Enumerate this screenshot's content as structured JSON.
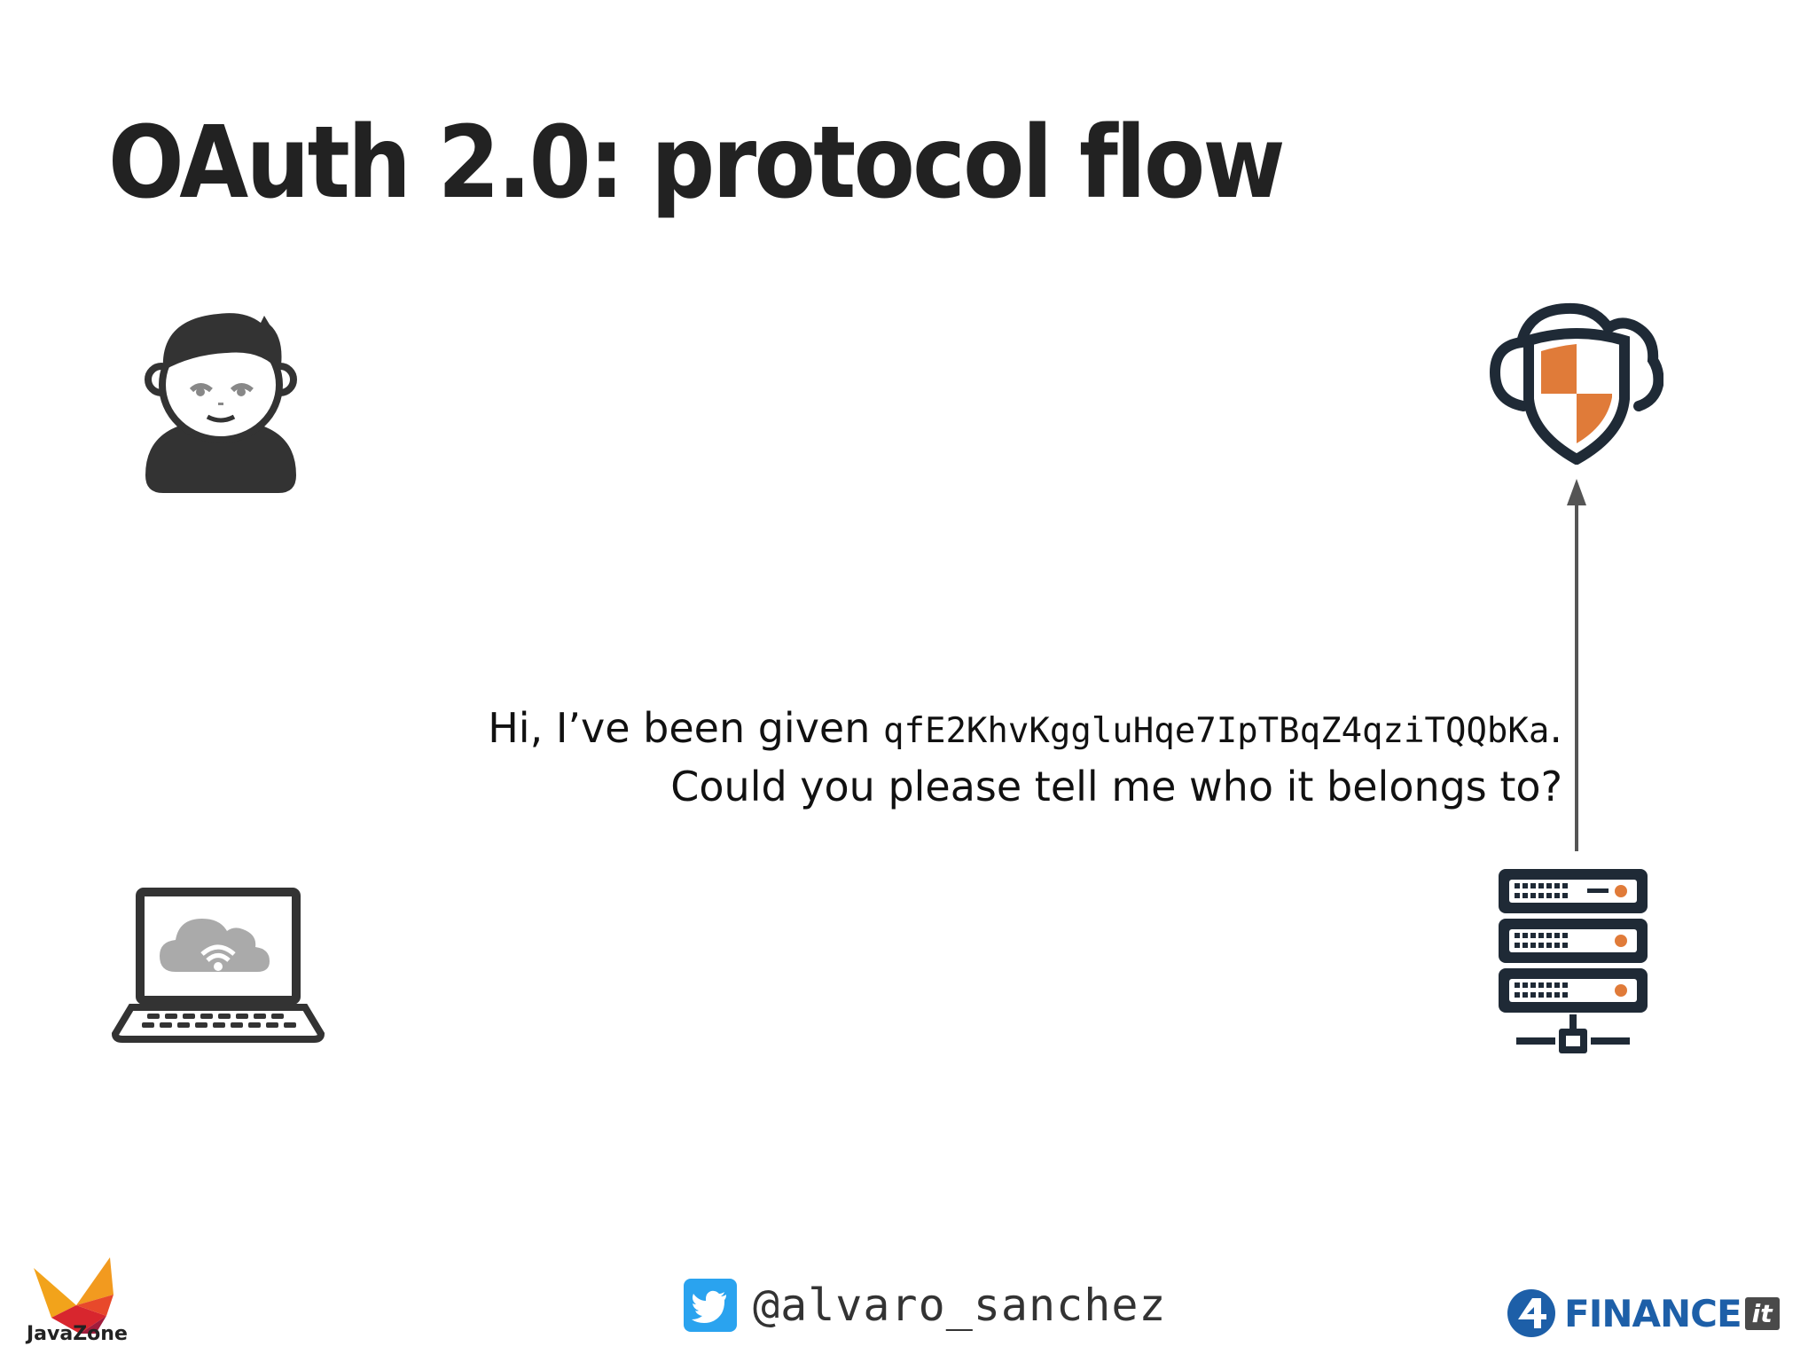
{
  "slide": {
    "title": "OAuth 2.0: protocol flow"
  },
  "message": {
    "line1_prefix": "Hi, I’ve been given ",
    "token": "qfE2KhvKggluHqe7IpTBqZ4qziTQQbKa",
    "line1_suffix": ".",
    "line2": "Could you please tell me who it belongs to?"
  },
  "actors": {
    "user": "user-icon",
    "client": "laptop-icon",
    "authorization_server": "cloud-shield-icon",
    "resource_server": "server-rack-icon"
  },
  "footer": {
    "twitter_handle": "@alvaro_sanchez",
    "conference": "JavaZone",
    "sponsor_name": "FINANCE",
    "sponsor_suffix": "it"
  },
  "colors": {
    "text": "#222222",
    "accent_orange": "#e07b39",
    "icon_dark": "#1f2a36",
    "twitter_blue": "#2aa3ef",
    "finance_blue": "#1d5fa8"
  }
}
